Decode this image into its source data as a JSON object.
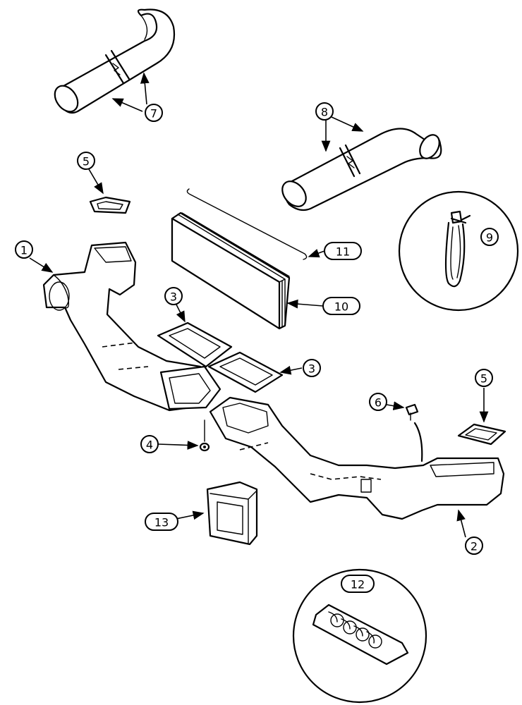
{
  "callouts": {
    "c1": "1",
    "c2": "2",
    "c3a": "3",
    "c3b": "3",
    "c4": "4",
    "c5a": "5",
    "c5b": "5",
    "c6": "6",
    "c7": "7",
    "c8": "8",
    "c9": "9",
    "c10": "10",
    "c11": "11",
    "c12": "12",
    "c13": "13"
  }
}
